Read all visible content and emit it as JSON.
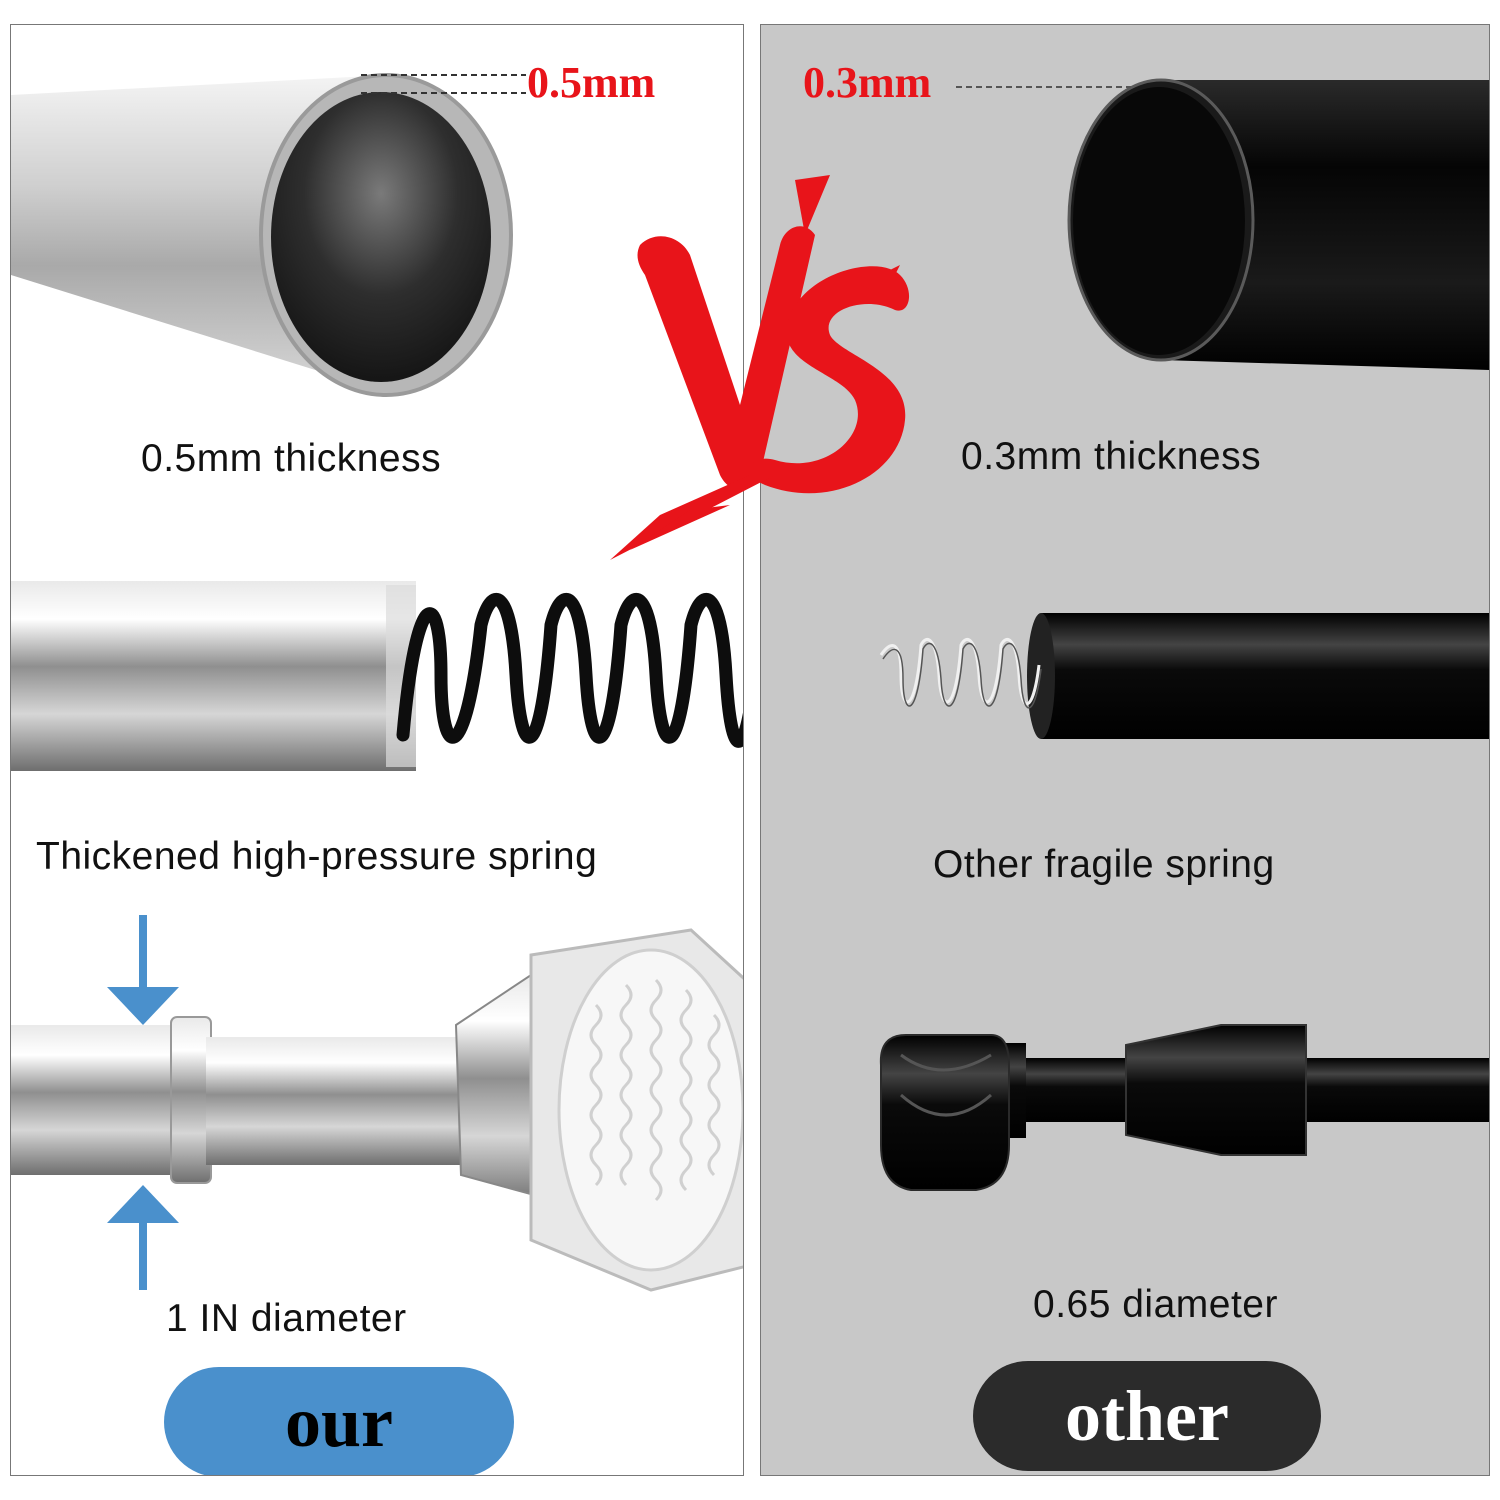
{
  "colors": {
    "accent_red": "#e8141a",
    "our_blue": "#4a90cc",
    "other_dark": "#2b2b2b",
    "right_bg": "#c8c8c8"
  },
  "vs_text": "VS",
  "left": {
    "thickness_label": "0.5mm",
    "thickness_caption": "0.5mm thickness",
    "spring_caption": "Thickened high-pressure spring",
    "diameter_caption": "1 IN diameter",
    "badge": "our"
  },
  "right": {
    "thickness_label": "0.3mm",
    "thickness_caption": "0.3mm thickness",
    "spring_caption": "Other fragile spring",
    "diameter_caption": "0.65 diameter",
    "badge": "other"
  }
}
